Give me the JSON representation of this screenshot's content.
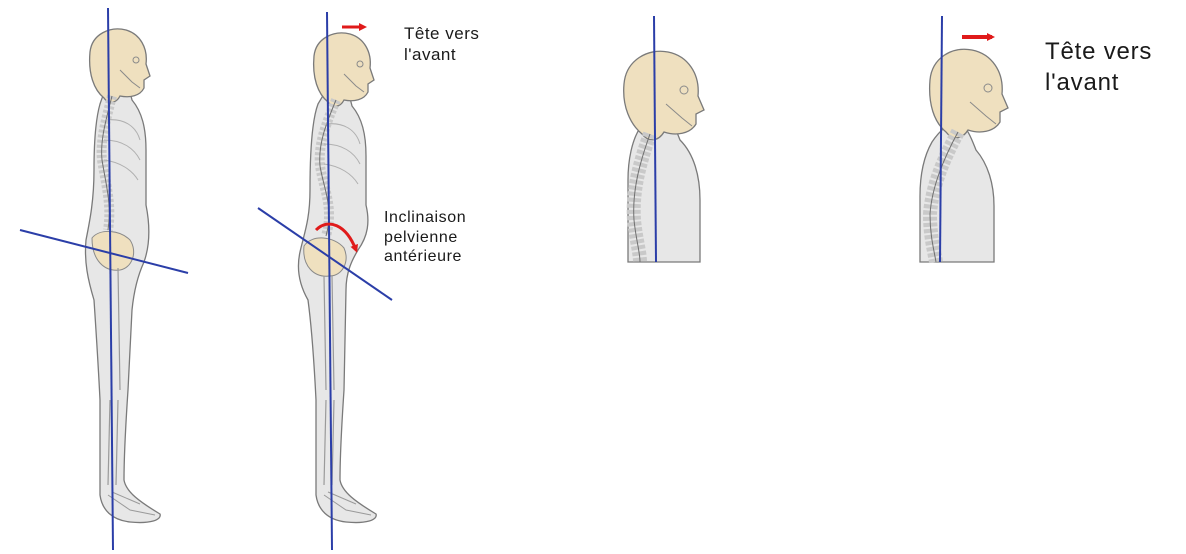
{
  "labels": {
    "head_forward_small": [
      "Tête vers",
      "l'avant"
    ],
    "pelvic_tilt": [
      "Inclinaison",
      "pelvienne",
      "antérieure"
    ],
    "head_forward_large": [
      "Tête vers",
      "l'avant"
    ]
  },
  "colors": {
    "plumb_line": "#2b3ea8",
    "arrow": "#e01a1a",
    "skull": "#efe0bf",
    "body": "#e7e7e7",
    "outline": "#7a7a7a",
    "vertebra": "#c9c9c9"
  },
  "figures": [
    {
      "name": "full-body-normal",
      "posture": "neutral"
    },
    {
      "name": "full-body-faulty",
      "posture": "head-forward-anterior-pelvic-tilt"
    },
    {
      "name": "upper-body-normal",
      "posture": "neutral"
    },
    {
      "name": "upper-body-faulty",
      "posture": "head-forward"
    }
  ]
}
